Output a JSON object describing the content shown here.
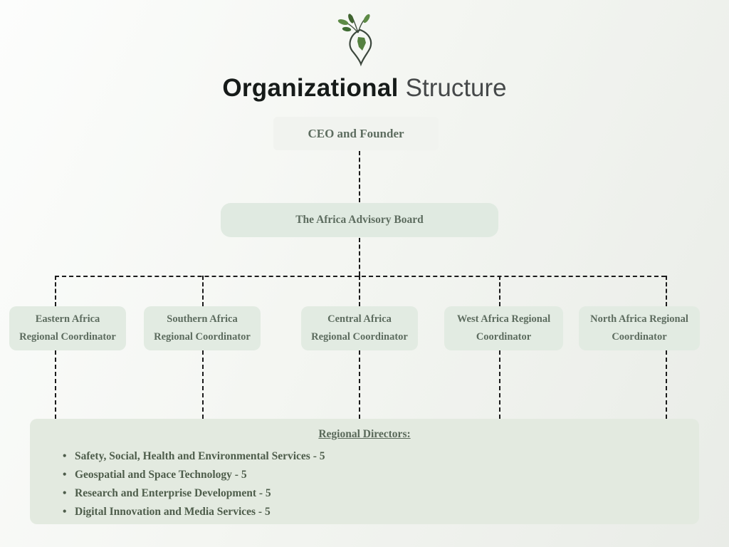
{
  "logo": {
    "icon": "africa-pin-leaf-logo"
  },
  "title": {
    "bold": "Organizational",
    "light": "Structure"
  },
  "ceo": {
    "label": "CEO and Founder"
  },
  "board": {
    "label": "The Africa Advisory Board"
  },
  "coordinators": [
    {
      "line1": "Eastern Africa",
      "line2": "Regional Coordinator"
    },
    {
      "line1": "Southern Africa",
      "line2": "Regional Coordinator"
    },
    {
      "line1": "Central Africa",
      "line2": "Regional Coordinator"
    },
    {
      "line1": "West Africa Regional",
      "line2": "Coordinator"
    },
    {
      "line1": "North Africa Regional",
      "line2": "Coordinator"
    }
  ],
  "directors": {
    "heading": "Regional Directors:",
    "items": [
      "Safety, Social, Health and Environmental Services - 5",
      "Geospatial and Space Technology - 5",
      "Research and Enterprise Development - 5",
      "Digital Innovation and Media Services - 5"
    ]
  },
  "colors": {
    "background_start": "#fcfdfc",
    "background_end": "#e9ece7",
    "box_green": "#e2ebe2",
    "box_gray": "#f1f3ef",
    "box_text": "#5d6c5f",
    "connector": "#1b1b1b",
    "title_bold": "#161b19",
    "title_light": "#46494a",
    "leaf_green": "#5d8a46"
  }
}
